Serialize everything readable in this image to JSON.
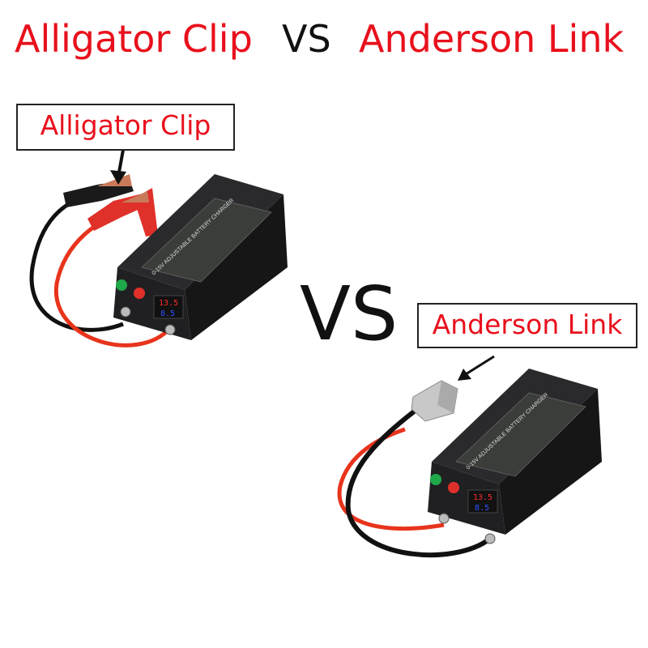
{
  "header": {
    "left": "Alligator Clip",
    "vs": "VS",
    "right": "Anderson Link"
  },
  "center_vs": "VS",
  "callouts": {
    "alligator": "Alligator Clip",
    "anderson": "Anderson Link"
  },
  "product": {
    "label": "0-15V ADJUSTABLE BATTERY CHARGER",
    "display_voltage": "13.5",
    "display_current": "8.5"
  },
  "colors": {
    "title_red": "#e8101c",
    "cable_red": "#e8341c",
    "charger_body": "#1d1d1f"
  }
}
